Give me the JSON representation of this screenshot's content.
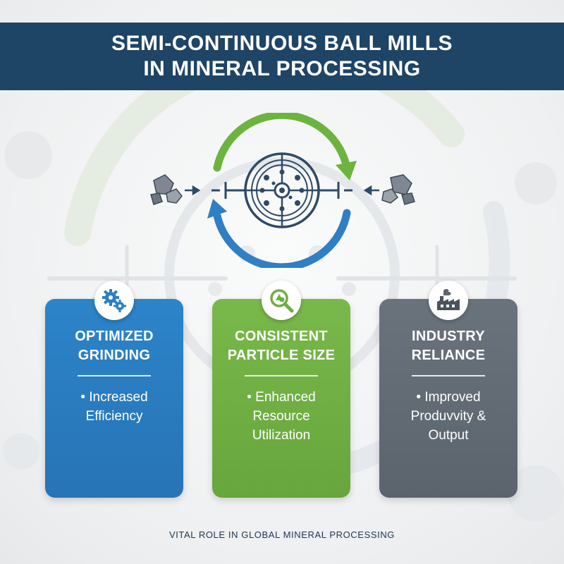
{
  "title": {
    "line1": "SEMI-CONTINUOUS BALL MILLS",
    "line2": "IN MINERAL PROCESSING"
  },
  "cards": [
    {
      "title_line1": "OPTIMIZED",
      "title_line2": "GRINDING",
      "bullet_line1": "• Increased",
      "bullet_line2": "Efficiency",
      "bullet_line3": "",
      "icon": "gears-icon",
      "color": "#2b7fc2"
    },
    {
      "title_line1": "CONSISTENT",
      "title_line2": "PARTICLE SIZE",
      "bullet_line1": "• Enhanced",
      "bullet_line2": "Resource",
      "bullet_line3": "Utilization",
      "icon": "magnifier-particles-icon",
      "color": "#6fae43"
    },
    {
      "title_line1": "INDUSTRY",
      "title_line2": "RELIANCE",
      "bullet_line1": "• Improved",
      "bullet_line2": "Produvvity &",
      "bullet_line3": "Output",
      "icon": "factory-icon",
      "color": "#626b74"
    }
  ],
  "hero": {
    "center_icon": "ball-mill-drum-icon",
    "top_arrow_color": "#6cb43f",
    "bottom_arrow_color": "#2f7fc4",
    "left_icon": "ore-rocks-icon",
    "right_icon": "ore-rocks-icon"
  },
  "footer": "VITAL ROLE IN GLOBAL MINERAL PROCESSING",
  "colors": {
    "banner": "#1e4466",
    "text_dark": "#1e3550"
  }
}
